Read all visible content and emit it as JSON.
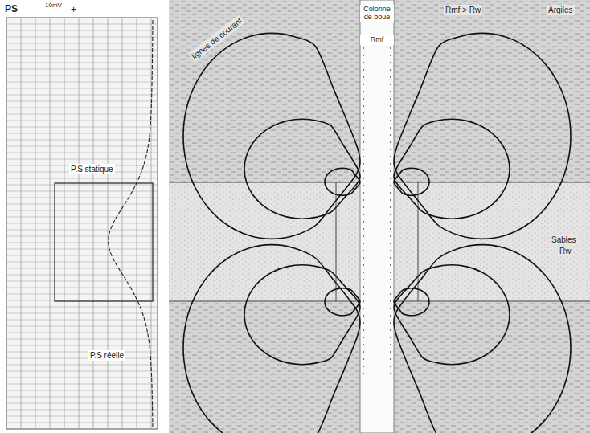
{
  "diagram": {
    "labels": [
      "PS",
      "-",
      "10mV",
      "+",
      "P.S statique",
      "P.S réelle",
      "lignes de courant",
      "Colonne de boue",
      "Rmf",
      "Rmf > Rw",
      "Argiles",
      "Sables",
      "Rw"
    ]
  }
}
